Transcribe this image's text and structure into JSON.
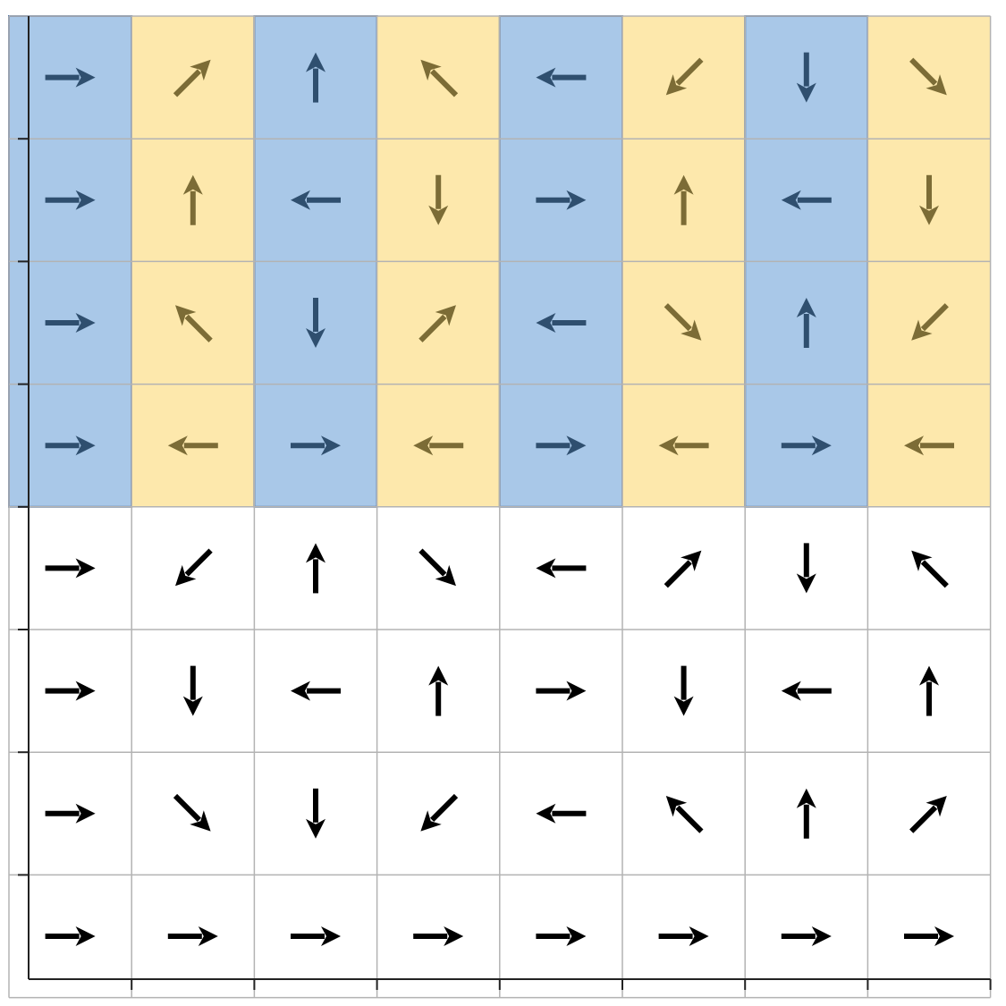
{
  "diagram": {
    "rows": 8,
    "cols": 8,
    "colors": {
      "blue_fill": "#a9c8e8",
      "blue_border": "#4a6fa5",
      "yellow_fill": "#fde8ac",
      "blue_arrow": "#2f4f6f",
      "yellow_arrow": "#7c6c36",
      "plain_arrow": "#000000",
      "grid_line": "#b3b3b3",
      "axis_line": "#222222"
    },
    "highlight": {
      "row_count": 4,
      "column_fills": [
        "blue",
        "yellow",
        "blue",
        "yellow",
        "blue",
        "yellow",
        "blue",
        "yellow"
      ]
    },
    "arrows": [
      [
        "E",
        "NE",
        "N",
        "NW",
        "W",
        "SW",
        "S",
        "SE"
      ],
      [
        "E",
        "N",
        "W",
        "S",
        "E",
        "N",
        "W",
        "S"
      ],
      [
        "E",
        "NW",
        "S",
        "NE",
        "W",
        "SE",
        "N",
        "SW"
      ],
      [
        "E",
        "W",
        "E",
        "W",
        "E",
        "W",
        "E",
        "W"
      ],
      [
        "E",
        "SW",
        "N",
        "SE",
        "W",
        "NE",
        "S",
        "NW"
      ],
      [
        "E",
        "S",
        "W",
        "N",
        "E",
        "S",
        "W",
        "N"
      ],
      [
        "E",
        "SE",
        "S",
        "SW",
        "W",
        "NW",
        "N",
        "NE"
      ],
      [
        "E",
        "E",
        "E",
        "E",
        "E",
        "E",
        "E",
        "E"
      ]
    ]
  }
}
